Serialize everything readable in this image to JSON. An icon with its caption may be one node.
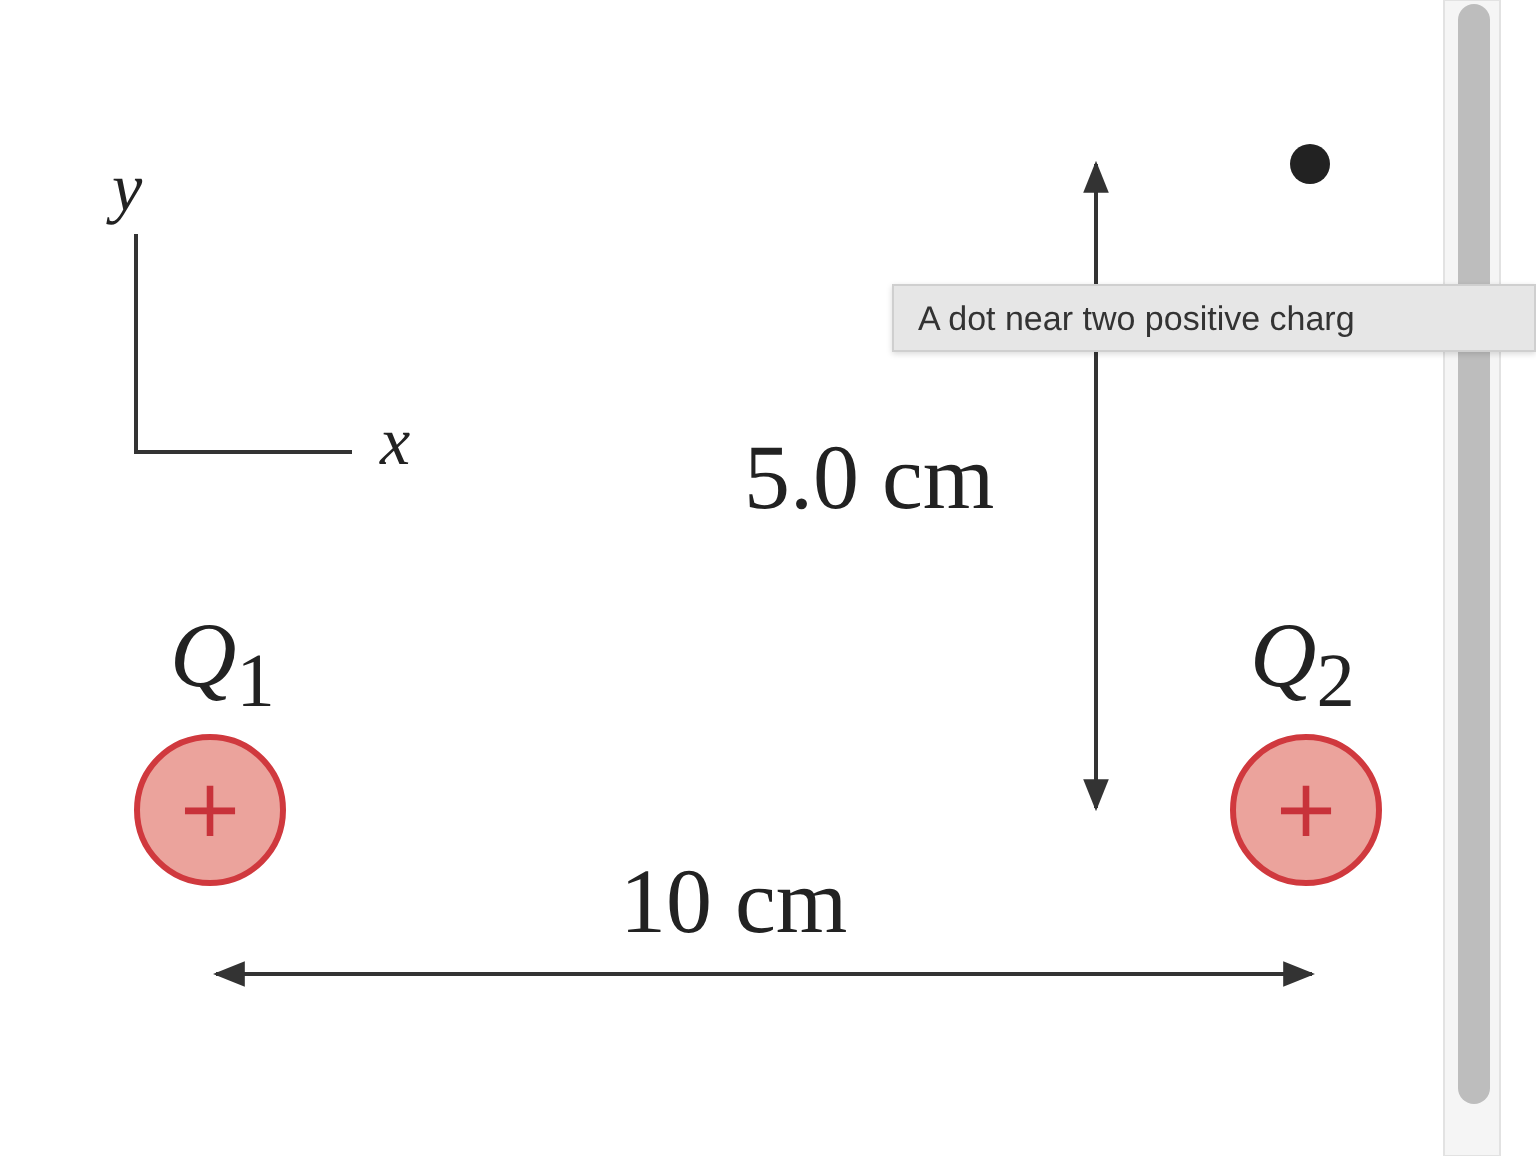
{
  "diagram": {
    "nodes": [
      {
        "text": [
          "+"
        ],
        "beside": [
          "*Q*$_{1}$"
        ]
      },
      {
        "text": [
          "+"
        ],
        "beside": [
          "*Q*$_{2}$"
        ]
      },
      {
        "text": [],
        "shape": "circle"
      }
    ],
    "labels": [
      "y",
      "x",
      "A dot near two positive charg",
      "5.0 cm",
      "10 cm"
    ]
  }
}
